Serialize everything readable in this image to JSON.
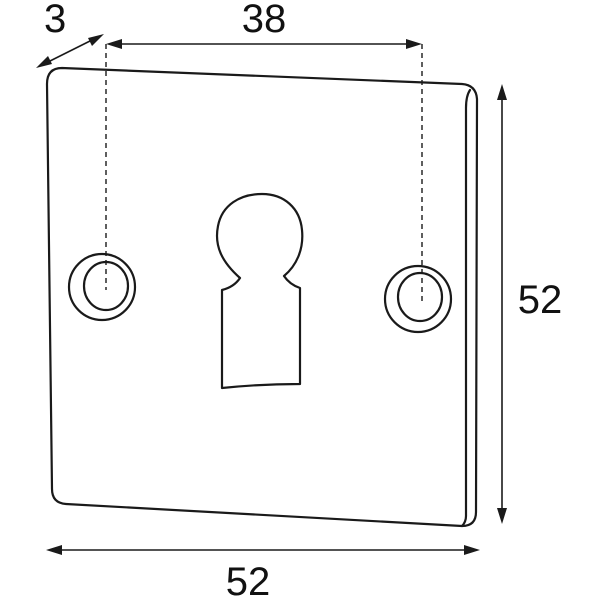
{
  "dimensions": {
    "thickness": "3",
    "hole_spacing": "38",
    "width": "52",
    "height": "52"
  },
  "colors": {
    "line": "#1a1a1a",
    "background": "#ffffff"
  }
}
